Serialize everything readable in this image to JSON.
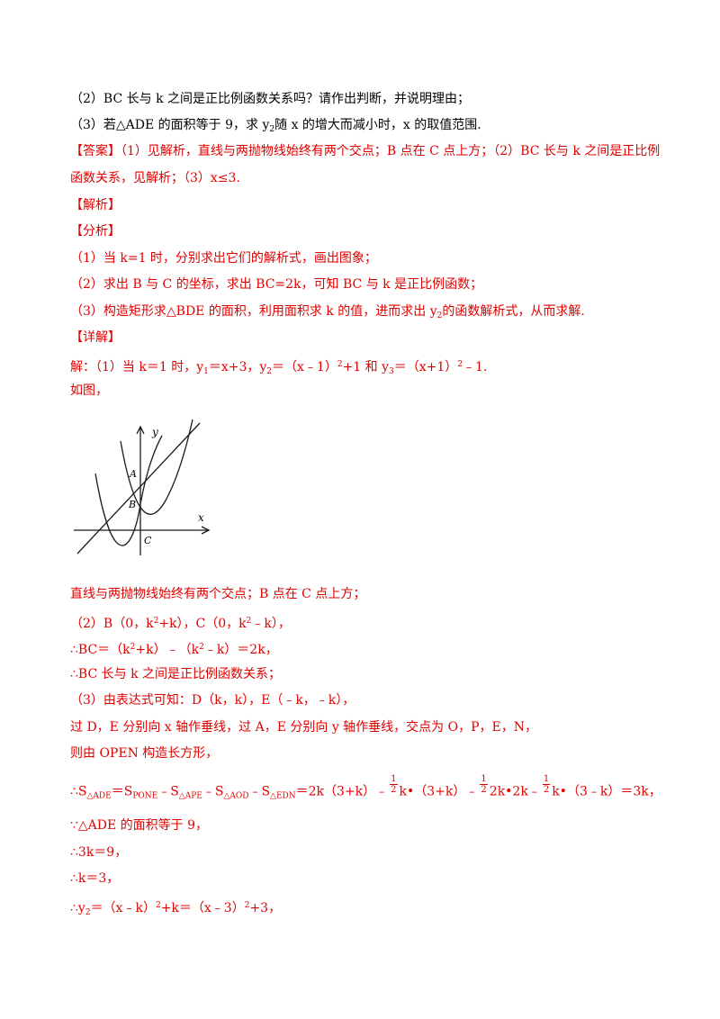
{
  "q2": "（2）BC 长与 k 之间是正比例函数关系吗？请作出判断，并说明理由；",
  "q3": {
    "pre": "（3）若△ADE 的面积等于 9，求 y",
    "sub": "2",
    "post": "随 x 的增大而减小时，x 的取值范围."
  },
  "answer": {
    "line1": "【答案】（1）见解析，直线与两抛物线始终有两个交点；B 点在 C 点上方；（2）BC 长与 k 之间是正比例",
    "line2": "函数关系，见解析；（3）x≤3."
  },
  "jiexi_head": "【解析】",
  "fenxi_head": "【分析】",
  "fenxi": {
    "l1": "（1）当 k=1 时，分别求出它们的解析式，画出图象；",
    "l2": "（2）求出 B 与 C 的坐标，求出 BC=2k，可知 BC 与 k 是正比例函数；",
    "l3_pre": "（3）构造矩形求△BDE 的面积，利用面积求 k 的值，进而求出 y",
    "l3_sub": "2",
    "l3_post": "的函数解析式，从而求解."
  },
  "xiangjie_head": "【详解】",
  "sol1": {
    "a": "解：（1）当 k＝1 时，y",
    "a_sub": "1",
    "b": "＝x+3，y",
    "b_sub": "2",
    "c": "＝（x﹣1）",
    "c_sup": "2",
    "d": "+1 和 y",
    "d_sub": "3",
    "e": "＝（x+1）",
    "e_sup": "2",
    "f": "﹣1."
  },
  "rutu": "如图，",
  "graph_labels": {
    "y": "y",
    "x": "x",
    "A": "A",
    "B": "B",
    "C": "C"
  },
  "sol2": "直线与两抛物线始终有两个交点；B 点在 C 点上方；",
  "sol3": {
    "a": "（2）B（0，k",
    "a_sup": "2",
    "b": "+k），C（0，k",
    "b_sup": "2",
    "c": "﹣k），"
  },
  "sol4": {
    "a": "∴BC＝（k",
    "a_sup": "2",
    "b": "+k）﹣（k",
    "b_sup": "2",
    "c": "﹣k）＝2k，"
  },
  "sol5": "∴BC 长与 k 之间是正比例函数关系；",
  "sol6": "（3）由表达式可知：D（k，k），E（﹣k，﹣k），",
  "sol7": "过 D，E 分别向 x 轴作垂线，过 A，E 分别向 y 轴作垂线，交点为 O，P，E，N，",
  "sol8": "则由 OPEN 构造长方形，",
  "area": {
    "p1": "∴S",
    "s1": "△ADE",
    "p2": "＝S",
    "s2": "PONE",
    "p3": "﹣S",
    "s3": "△APE",
    "p4": "﹣S",
    "s4": "△AOD",
    "p5": "﹣S",
    "s5": "△EDN",
    "p6": "＝2k（3+k）﹣",
    "f1n": "1",
    "f1d": "2",
    "p7": "k•（3+k）﹣",
    "f2n": "1",
    "f2d": "2",
    "p8": "2k•2k﹣",
    "f3n": "1",
    "f3d": "2",
    "p9": "k•（3﹣k）＝3k，"
  },
  "sol10": "∵△ADE 的面积等于 9，",
  "sol11": "∴3k＝9，",
  "sol12": "∴k＝3，",
  "sol13": {
    "a": "∴y",
    "a_sub": "2",
    "b": "＝（x﹣k）",
    "b_sup": "2",
    "c": "+k＝（x﹣3）",
    "c_sup": "2",
    "d": "+3，"
  }
}
